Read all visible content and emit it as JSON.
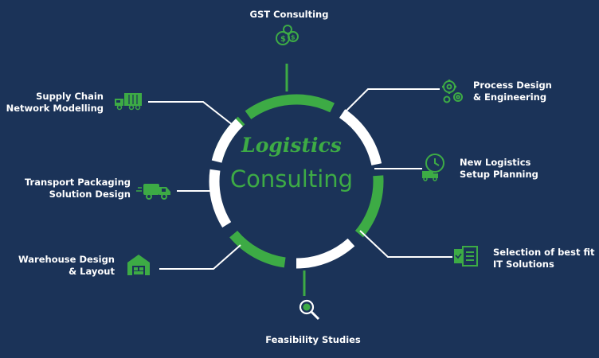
{
  "center": {
    "title_line1": "Logistics",
    "title_line2": "Consulting"
  },
  "colors": {
    "background": "#1b3358",
    "accent": "#3dab45",
    "ring_white": "#ffffff",
    "text": "#ffffff"
  },
  "nodes": [
    {
      "id": "gst",
      "label": "GST Consulting",
      "icon": "money-bag-icon"
    },
    {
      "id": "process",
      "label": "Process  Design\n& Engineering",
      "icon": "gears-icon"
    },
    {
      "id": "newlog",
      "label": "New Logistics\nSetup Planning",
      "icon": "clock-truck-icon"
    },
    {
      "id": "it",
      "label": "Selection of best fit\nIT Solutions",
      "icon": "checklist-icon"
    },
    {
      "id": "feasibility",
      "label": "Feasibility Studies",
      "icon": "magnifier-icon"
    },
    {
      "id": "warehouse",
      "label": "Warehouse Design\n& Layout",
      "icon": "warehouse-icon"
    },
    {
      "id": "transport",
      "label": "Transport Packaging\nSolution Design",
      "icon": "delivery-truck-icon"
    },
    {
      "id": "supply",
      "label": "Supply Chain\nNetwork Modelling",
      "icon": "container-truck-icon"
    }
  ]
}
